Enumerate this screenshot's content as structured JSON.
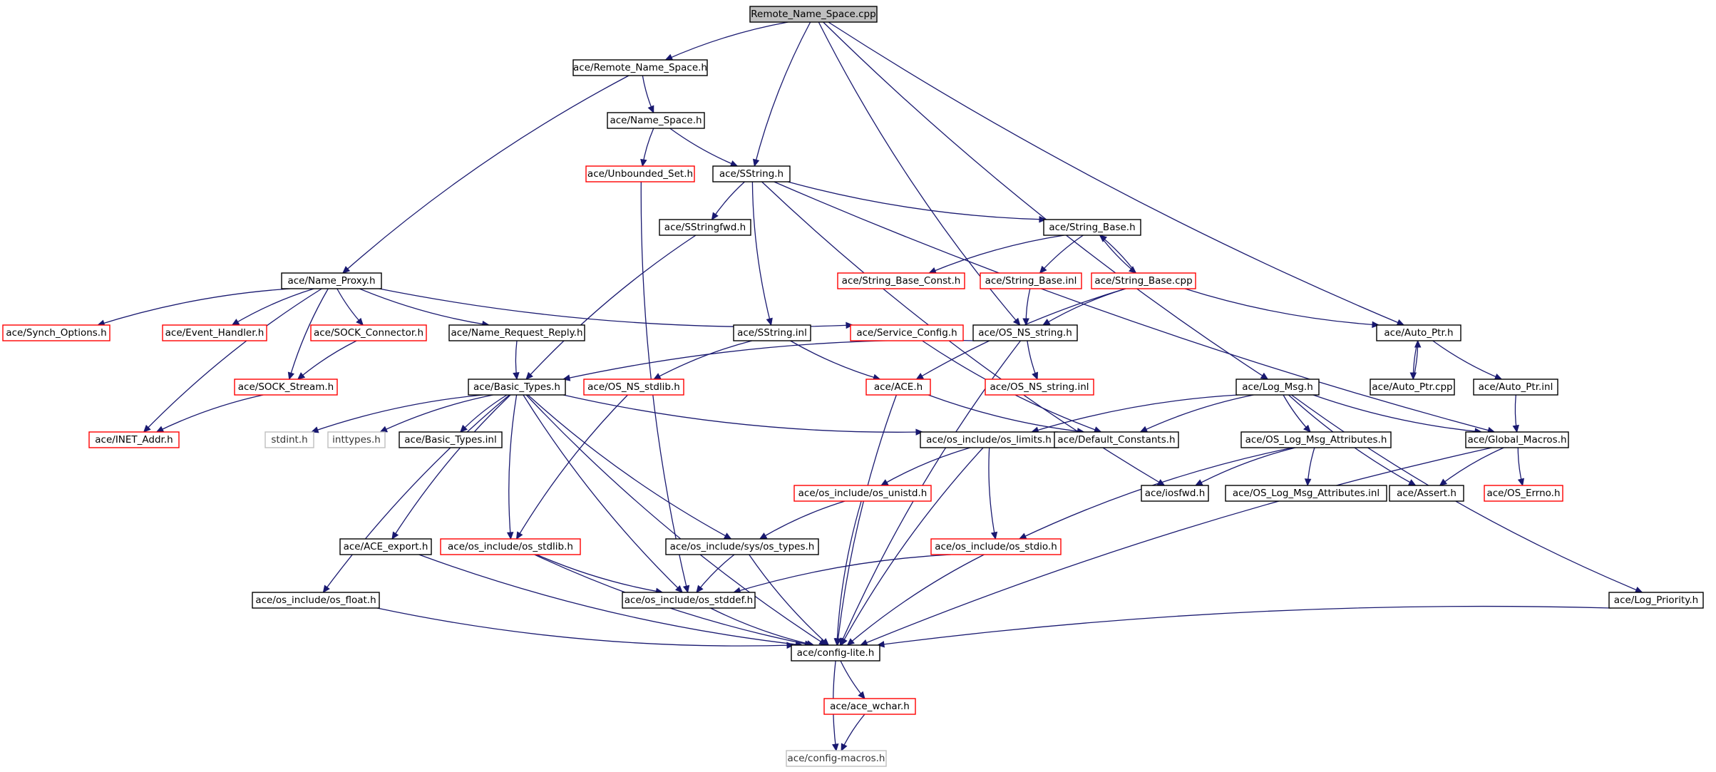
{
  "colors": {
    "edge": "#191970",
    "root_fill": "#bfbfbf",
    "root_border": "#000000",
    "normal_border": "#000000",
    "missing_border": "#ff0000",
    "external_border": "#bfbfbf"
  },
  "nodes": [
    {
      "id": "remote_name_space_cpp",
      "label": "Remote_Name_Space.cpp",
      "style": "root"
    },
    {
      "id": "remote_name_space_h",
      "label": "ace/Remote_Name_Space.h",
      "style": "normal"
    },
    {
      "id": "name_space_h",
      "label": "ace/Name_Space.h",
      "style": "normal"
    },
    {
      "id": "unbounded_set_h",
      "label": "ace/Unbounded_Set.h",
      "style": "red"
    },
    {
      "id": "sstring_h",
      "label": "ace/SString.h",
      "style": "normal"
    },
    {
      "id": "sstringfwd_h",
      "label": "ace/SStringfwd.h",
      "style": "normal"
    },
    {
      "id": "string_base_h",
      "label": "ace/String_Base.h",
      "style": "normal"
    },
    {
      "id": "string_base_const_h",
      "label": "ace/String_Base_Const.h",
      "style": "red"
    },
    {
      "id": "string_base_inl",
      "label": "ace/String_Base.inl",
      "style": "red"
    },
    {
      "id": "string_base_cpp",
      "label": "ace/String_Base.cpp",
      "style": "red"
    },
    {
      "id": "name_proxy_h",
      "label": "ace/Name_Proxy.h",
      "style": "normal"
    },
    {
      "id": "synch_options_h",
      "label": "ace/Synch_Options.h",
      "style": "red"
    },
    {
      "id": "event_handler_h",
      "label": "ace/Event_Handler.h",
      "style": "red"
    },
    {
      "id": "sock_connector_h",
      "label": "ace/SOCK_Connector.h",
      "style": "red"
    },
    {
      "id": "name_request_reply_h",
      "label": "ace/Name_Request_Reply.h",
      "style": "normal"
    },
    {
      "id": "sstring_inl",
      "label": "ace/SString.inl",
      "style": "normal"
    },
    {
      "id": "service_config_h",
      "label": "ace/Service_Config.h",
      "style": "red"
    },
    {
      "id": "os_ns_string_h",
      "label": "ace/OS_NS_string.h",
      "style": "normal"
    },
    {
      "id": "auto_ptr_h",
      "label": "ace/Auto_Ptr.h",
      "style": "normal"
    },
    {
      "id": "sock_stream_h",
      "label": "ace/SOCK_Stream.h",
      "style": "red"
    },
    {
      "id": "basic_types_h",
      "label": "ace/Basic_Types.h",
      "style": "normal"
    },
    {
      "id": "os_ns_stdlib_h",
      "label": "ace/OS_NS_stdlib.h",
      "style": "red"
    },
    {
      "id": "ace_h",
      "label": "ace/ACE.h",
      "style": "red"
    },
    {
      "id": "os_ns_string_inl",
      "label": "ace/OS_NS_string.inl",
      "style": "red"
    },
    {
      "id": "log_msg_h",
      "label": "ace/Log_Msg.h",
      "style": "normal"
    },
    {
      "id": "auto_ptr_cpp",
      "label": "ace/Auto_Ptr.cpp",
      "style": "normal"
    },
    {
      "id": "auto_ptr_inl",
      "label": "ace/Auto_Ptr.inl",
      "style": "normal"
    },
    {
      "id": "inet_addr_h",
      "label": "ace/INET_Addr.h",
      "style": "red"
    },
    {
      "id": "stdint_h",
      "label": "stdint.h",
      "style": "grey"
    },
    {
      "id": "inttypes_h",
      "label": "inttypes.h",
      "style": "grey"
    },
    {
      "id": "basic_types_inl",
      "label": "ace/Basic_Types.inl",
      "style": "normal"
    },
    {
      "id": "os_limits_h",
      "label": "ace/os_include/os_limits.h",
      "style": "normal"
    },
    {
      "id": "default_constants_h",
      "label": "ace/Default_Constants.h",
      "style": "normal"
    },
    {
      "id": "os_log_msg_attributes_h",
      "label": "ace/OS_Log_Msg_Attributes.h",
      "style": "normal"
    },
    {
      "id": "global_macros_h",
      "label": "ace/Global_Macros.h",
      "style": "normal"
    },
    {
      "id": "os_unistd_h",
      "label": "ace/os_include/os_unistd.h",
      "style": "red"
    },
    {
      "id": "iosfwd_h",
      "label": "ace/iosfwd.h",
      "style": "normal"
    },
    {
      "id": "os_log_msg_attributes_inl",
      "label": "ace/OS_Log_Msg_Attributes.inl",
      "style": "normal"
    },
    {
      "id": "assert_h",
      "label": "ace/Assert.h",
      "style": "normal"
    },
    {
      "id": "os_errno_h",
      "label": "ace/OS_Errno.h",
      "style": "red"
    },
    {
      "id": "ace_export_h",
      "label": "ace/ACE_export.h",
      "style": "normal"
    },
    {
      "id": "os_stdlib_h",
      "label": "ace/os_include/os_stdlib.h",
      "style": "red"
    },
    {
      "id": "sys_os_types_h",
      "label": "ace/os_include/sys/os_types.h",
      "style": "normal"
    },
    {
      "id": "os_stdio_h",
      "label": "ace/os_include/os_stdio.h",
      "style": "red"
    },
    {
      "id": "os_float_h",
      "label": "ace/os_include/os_float.h",
      "style": "normal"
    },
    {
      "id": "os_stddef_h",
      "label": "ace/os_include/os_stddef.h",
      "style": "normal"
    },
    {
      "id": "log_priority_h",
      "label": "ace/Log_Priority.h",
      "style": "normal"
    },
    {
      "id": "config_lite_h",
      "label": "ace/config-lite.h",
      "style": "normal"
    },
    {
      "id": "ace_wchar_h",
      "label": "ace/ace_wchar.h",
      "style": "red"
    },
    {
      "id": "config_macros_h",
      "label": "ace/config-macros.h",
      "style": "grey"
    }
  ],
  "edges": [
    [
      "remote_name_space_cpp",
      "remote_name_space_h"
    ],
    [
      "remote_name_space_cpp",
      "sstring_h"
    ],
    [
      "remote_name_space_cpp",
      "os_ns_string_h"
    ],
    [
      "remote_name_space_cpp",
      "log_msg_h"
    ],
    [
      "remote_name_space_cpp",
      "auto_ptr_h"
    ],
    [
      "remote_name_space_h",
      "name_space_h"
    ],
    [
      "remote_name_space_h",
      "name_proxy_h"
    ],
    [
      "name_space_h",
      "unbounded_set_h"
    ],
    [
      "name_space_h",
      "sstring_h"
    ],
    [
      "unbounded_set_h",
      "os_stddef_h"
    ],
    [
      "sstring_h",
      "sstringfwd_h"
    ],
    [
      "sstring_h",
      "string_base_h"
    ],
    [
      "sstring_h",
      "sstring_inl"
    ],
    [
      "sstring_h",
      "iosfwd_h"
    ],
    [
      "sstring_h",
      "global_macros_h"
    ],
    [
      "sstringfwd_h",
      "basic_types_h"
    ],
    [
      "string_base_h",
      "string_base_const_h"
    ],
    [
      "string_base_h",
      "string_base_inl"
    ],
    [
      "string_base_h",
      "string_base_cpp"
    ],
    [
      "string_base_cpp",
      "string_base_h"
    ],
    [
      "string_base_cpp",
      "os_ns_string_h"
    ],
    [
      "string_base_cpp",
      "ace_h"
    ],
    [
      "string_base_cpp",
      "auto_ptr_h"
    ],
    [
      "string_base_inl",
      "os_ns_string_h"
    ],
    [
      "name_proxy_h",
      "synch_options_h"
    ],
    [
      "name_proxy_h",
      "event_handler_h"
    ],
    [
      "name_proxy_h",
      "sock_connector_h"
    ],
    [
      "name_proxy_h",
      "name_request_reply_h"
    ],
    [
      "name_proxy_h",
      "sock_stream_h"
    ],
    [
      "name_proxy_h",
      "inet_addr_h"
    ],
    [
      "name_proxy_h",
      "service_config_h"
    ],
    [
      "sock_connector_h",
      "sock_stream_h"
    ],
    [
      "sock_stream_h",
      "inet_addr_h"
    ],
    [
      "name_request_reply_h",
      "basic_types_h"
    ],
    [
      "sstring_inl",
      "os_ns_stdlib_h"
    ],
    [
      "sstring_inl",
      "ace_h"
    ],
    [
      "service_config_h",
      "default_constants_h"
    ],
    [
      "os_ns_string_h",
      "os_ns_string_inl"
    ],
    [
      "os_ns_string_h",
      "basic_types_h"
    ],
    [
      "os_ns_string_h",
      "config_lite_h"
    ],
    [
      "auto_ptr_h",
      "auto_ptr_cpp"
    ],
    [
      "auto_ptr_cpp",
      "auto_ptr_h"
    ],
    [
      "auto_ptr_h",
      "auto_ptr_inl"
    ],
    [
      "auto_ptr_inl",
      "global_macros_h"
    ],
    [
      "basic_types_h",
      "stdint_h"
    ],
    [
      "basic_types_h",
      "inttypes_h"
    ],
    [
      "basic_types_h",
      "basic_types_inl"
    ],
    [
      "basic_types_h",
      "os_limits_h"
    ],
    [
      "basic_types_h",
      "ace_export_h"
    ],
    [
      "basic_types_h",
      "os_stdlib_h"
    ],
    [
      "basic_types_h",
      "sys_os_types_h"
    ],
    [
      "basic_types_h",
      "os_float_h"
    ],
    [
      "basic_types_h",
      "os_stddef_h"
    ],
    [
      "basic_types_h",
      "config_lite_h"
    ],
    [
      "os_ns_stdlib_h",
      "os_stdlib_h"
    ],
    [
      "ace_h",
      "default_constants_h"
    ],
    [
      "ace_h",
      "config_lite_h"
    ],
    [
      "log_msg_h",
      "os_limits_h"
    ],
    [
      "log_msg_h",
      "default_constants_h"
    ],
    [
      "log_msg_h",
      "os_log_msg_attributes_h"
    ],
    [
      "log_msg_h",
      "assert_h"
    ],
    [
      "log_msg_h",
      "global_macros_h"
    ],
    [
      "log_msg_h",
      "log_priority_h"
    ],
    [
      "os_limits_h",
      "os_unistd_h"
    ],
    [
      "os_limits_h",
      "os_stdio_h"
    ],
    [
      "os_limits_h",
      "config_lite_h"
    ],
    [
      "os_log_msg_attributes_h",
      "iosfwd_h"
    ],
    [
      "os_log_msg_attributes_h",
      "os_log_msg_attributes_inl"
    ],
    [
      "os_log_msg_attributes_h",
      "os_stdio_h"
    ],
    [
      "global_macros_h",
      "assert_h"
    ],
    [
      "global_macros_h",
      "os_errno_h"
    ],
    [
      "global_macros_h",
      "config_lite_h"
    ],
    [
      "os_unistd_h",
      "sys_os_types_h"
    ],
    [
      "os_unistd_h",
      "config_lite_h"
    ],
    [
      "ace_export_h",
      "config_lite_h"
    ],
    [
      "os_stdlib_h",
      "os_stddef_h"
    ],
    [
      "os_stdlib_h",
      "config_lite_h"
    ],
    [
      "sys_os_types_h",
      "os_stddef_h"
    ],
    [
      "sys_os_types_h",
      "config_lite_h"
    ],
    [
      "os_stdio_h",
      "os_stddef_h"
    ],
    [
      "os_stdio_h",
      "config_lite_h"
    ],
    [
      "os_float_h",
      "config_lite_h"
    ],
    [
      "os_stddef_h",
      "config_lite_h"
    ],
    [
      "log_priority_h",
      "config_lite_h"
    ],
    [
      "config_lite_h",
      "ace_wchar_h"
    ],
    [
      "config_lite_h",
      "config_macros_h"
    ],
    [
      "ace_wchar_h",
      "config_macros_h"
    ]
  ]
}
